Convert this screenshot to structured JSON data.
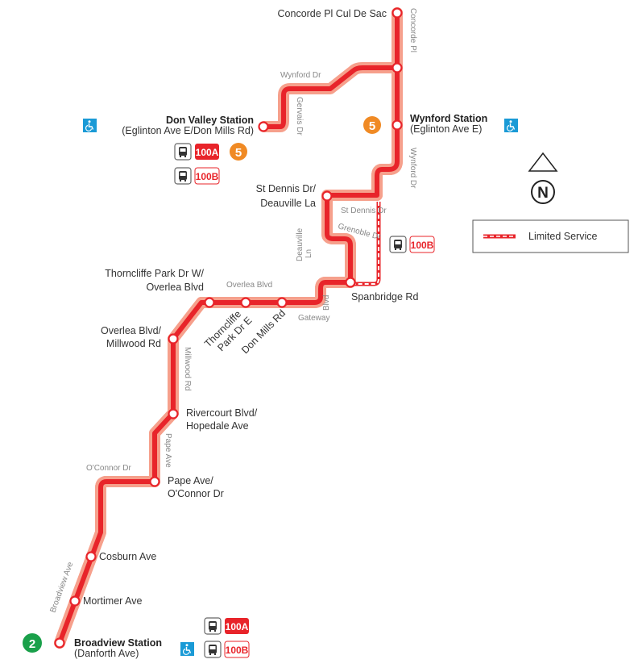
{
  "colors": {
    "route": "#e8242a",
    "route_halo": "#f6a08c",
    "station_fill": "#ffffff",
    "access": "#1a9ad6",
    "line5": "#f08a24",
    "line2": "#1aa04a"
  },
  "stations": {
    "concorde": "Concorde Pl Cul De Sac",
    "don_valley_name": "Don Valley Station",
    "don_valley_sub": "(Eglinton Ave E/Don Mills Rd)",
    "wynford_name": "Wynford Station",
    "wynford_sub": "(Eglinton Ave E)",
    "st_dennis_1": "St Dennis Dr/",
    "st_dennis_2": "Deauville La",
    "spanbridge": "Spanbridge Rd",
    "thorncliffe_w_1": "Thorncliffe Park Dr W/",
    "thorncliffe_w_2": "Overlea Blvd",
    "thorncliffe_e_1": "Thorncliffe",
    "thorncliffe_e_2": "Park Dr E",
    "don_mills": "Don Mills Rd",
    "overlea_millwood_1": "Overlea Blvd/",
    "overlea_millwood_2": "Millwood Rd",
    "rivercourt_1": "Rivercourt Blvd/",
    "rivercourt_2": "Hopedale Ave",
    "pape_1": "Pape Ave/",
    "pape_2": "O'Connor Dr",
    "cosburn": "Cosburn Ave",
    "mortimer": "Mortimer Ave",
    "broadview_name": "Broadview Station",
    "broadview_sub": "(Danforth Ave)"
  },
  "streets": {
    "concorde_pl": "Concorde Pl",
    "wynford_dr_top": "Wynford Dr",
    "gervais": "Gervais Dr",
    "wynford_dr_side": "Wynford Dr",
    "st_dennis": "St Dennis Dr",
    "grenoble": "Grenoble Dr",
    "deauville_1": "Deauville",
    "deauville_2": "Ln",
    "overlea": "Overlea Blvd",
    "gateway_1": "Gateway",
    "gateway_2": "Blvd",
    "millwood": "Millwood Rd",
    "pape": "Pape Ave",
    "oconnor": "O'Connor Dr",
    "broadview": "Broadview Ave"
  },
  "routes": {
    "a": "100A",
    "b": "100B",
    "line5": "5",
    "line2": "2"
  },
  "compass": {
    "label": "N"
  },
  "legend": {
    "limited": "Limited Service"
  }
}
